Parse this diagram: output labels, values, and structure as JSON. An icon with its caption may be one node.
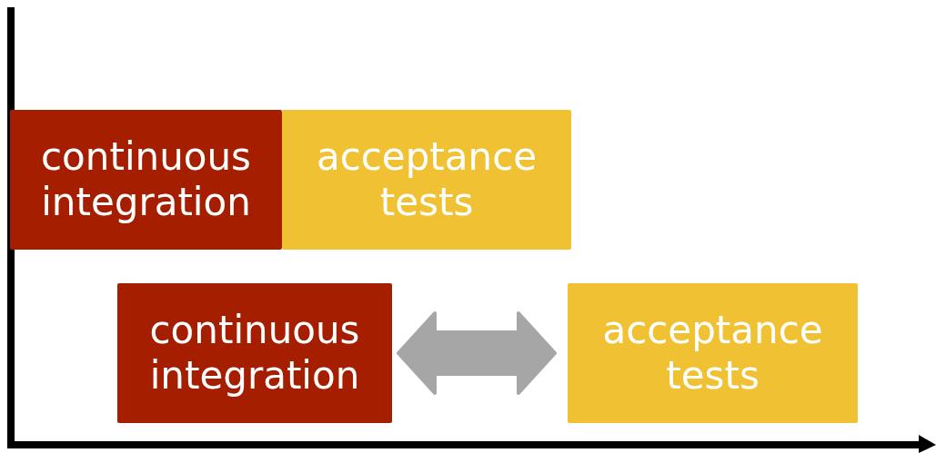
{
  "diagram": {
    "nodes": [
      {
        "text": [
          "continuous integration"
        ]
      },
      {
        "text": [
          "acceptance tests"
        ]
      },
      {
        "text": [
          "continuous integration"
        ]
      },
      {
        "text": [
          "acceptance tests"
        ]
      }
    ],
    "edges": [
      {
        "from": 2,
        "to": 3,
        "arrow": "both",
        "style": "thick",
        "color": "#a6a6a6"
      }
    ]
  }
}
